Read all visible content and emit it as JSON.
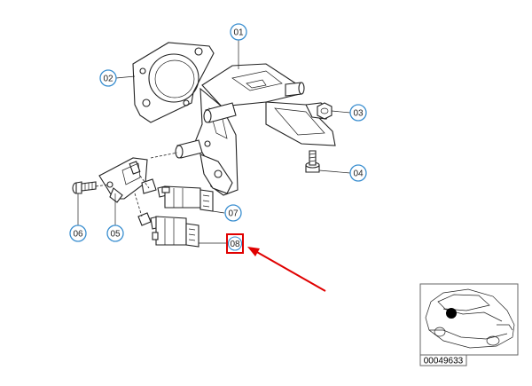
{
  "callouts": [
    {
      "id": "c01",
      "label": "01"
    },
    {
      "id": "c02",
      "label": "02"
    },
    {
      "id": "c03",
      "label": "03"
    },
    {
      "id": "c04",
      "label": "04"
    },
    {
      "id": "c05",
      "label": "05"
    },
    {
      "id": "c06",
      "label": "06"
    },
    {
      "id": "c07",
      "label": "07"
    },
    {
      "id": "c08",
      "label": "08"
    }
  ],
  "highlighted_callout": "08",
  "reference_number": "00049633",
  "colors": {
    "callout_circle": "#3b8fd0",
    "highlight": "#e00000",
    "line": "#222222",
    "thumbnail_border": "#666666"
  },
  "icons": {
    "arrow": "red-arrow-icon",
    "car": "car-location-icon"
  }
}
